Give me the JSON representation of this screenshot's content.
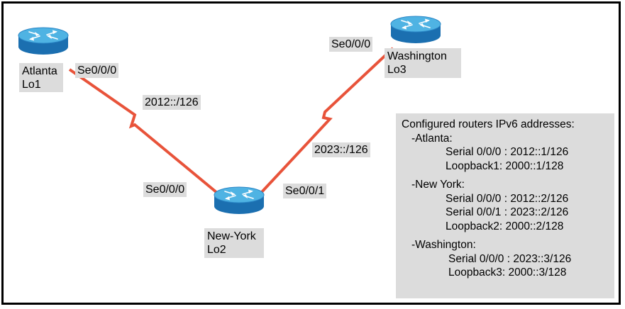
{
  "routers": {
    "atlanta": {
      "name": "Atlanta",
      "loopback": "Lo1",
      "interface": "Se0/0/0"
    },
    "newyork": {
      "name": "New-York",
      "loopback": "Lo2",
      "interface_left": "Se0/0/0",
      "interface_right": "Se0/0/1"
    },
    "washington": {
      "name": "Washington",
      "loopback": "Lo3",
      "interface": "Se0/0/0"
    }
  },
  "links": {
    "atl_ny": "2012::/126",
    "ny_wash": "2023::/126"
  },
  "colors": {
    "link": "#e8533a",
    "router_top": "#4fb3e3",
    "router_side": "#1b6fb0",
    "label_bg": "#dcdcdc"
  },
  "info": {
    "title": "Configured routers IPv6 addresses:",
    "sections": [
      {
        "header": "-Atlanta:",
        "entries": [
          "Serial 0/0/0 : 2012::1/126",
          "Loopback1: 2000::1/128"
        ]
      },
      {
        "header": "-New York:",
        "entries": [
          "Serial 0/0/0 : 2012::2/126",
          "Serial 0/0/1 : 2023::2/126",
          "Loopback2: 2000::2/128"
        ]
      },
      {
        "header": "-Washington:",
        "entries": [
          "Serial 0/0/0 : 2023::3/126",
          "Loopback3: 2000::3/128"
        ]
      }
    ]
  }
}
